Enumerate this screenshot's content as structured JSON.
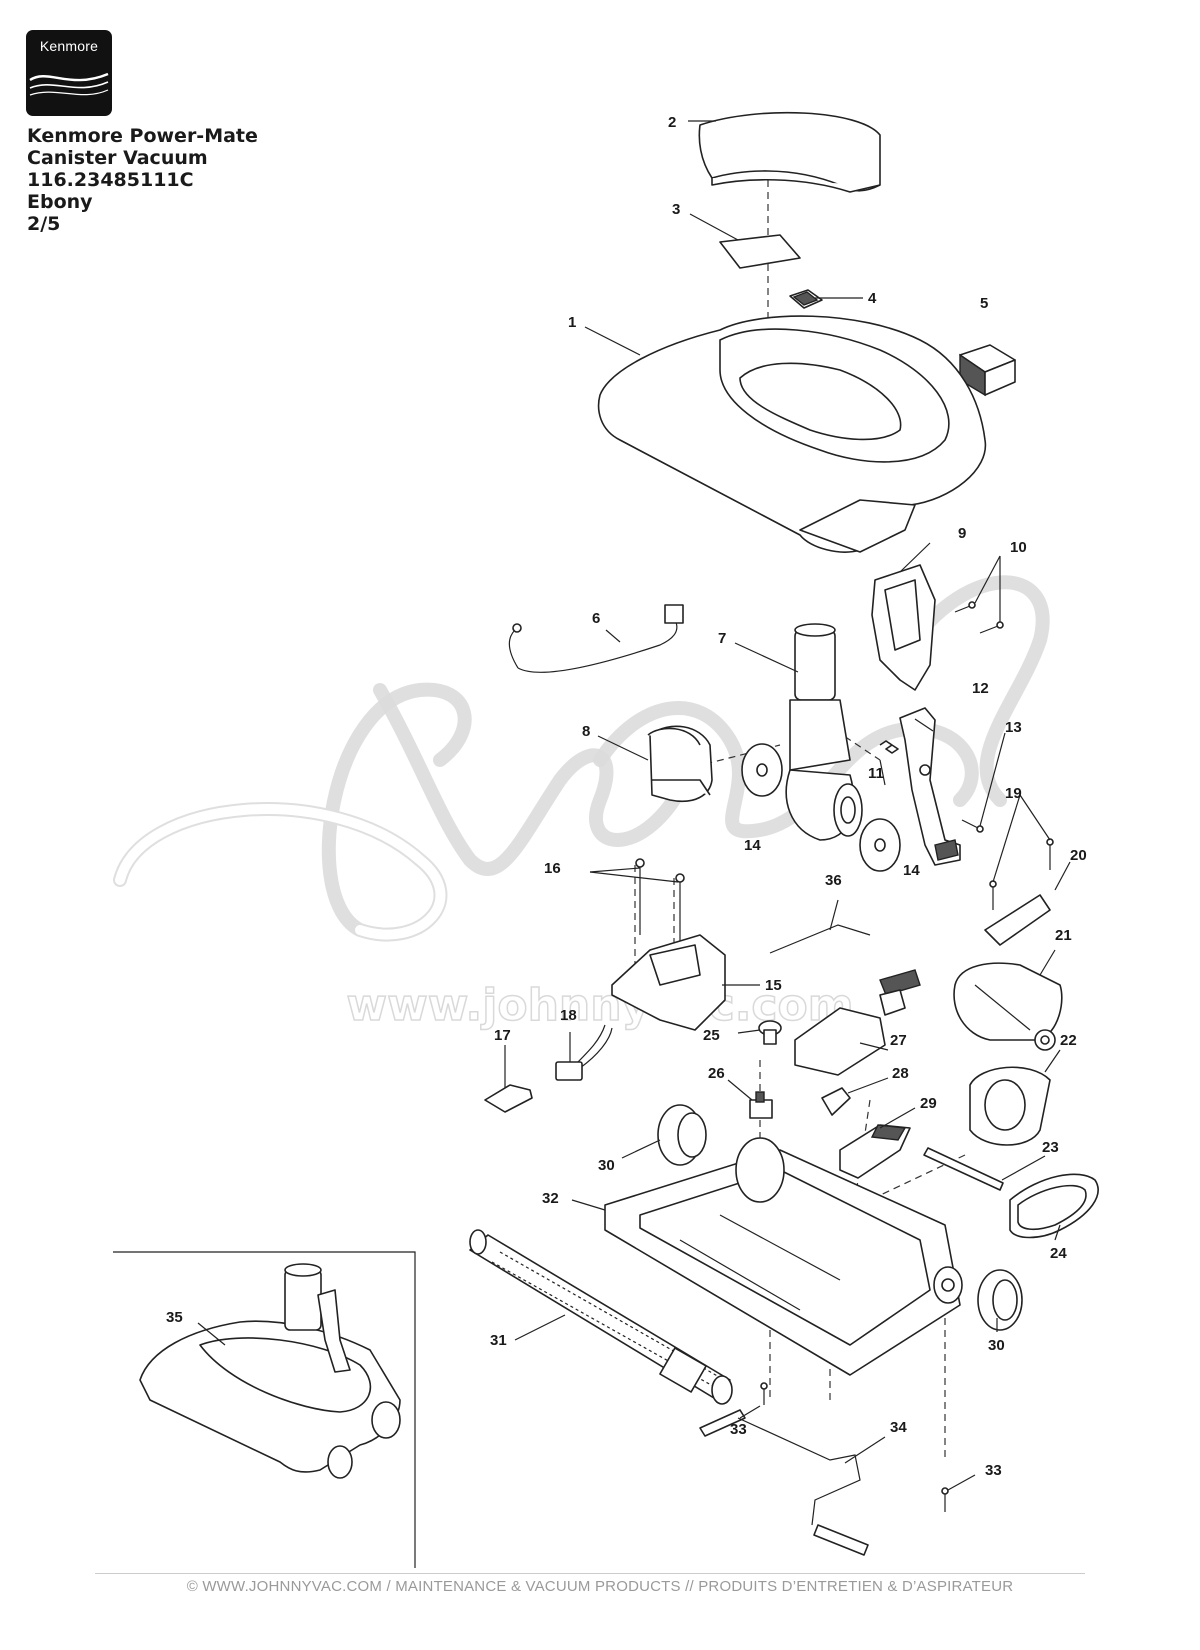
{
  "brand": {
    "logo_text": "Kenmore"
  },
  "title": {
    "line1": "Kenmore Power-Mate",
    "line2": "Canister Vacuum",
    "line3": "116.23485111C",
    "line4": "Ebony",
    "line5": "2/5"
  },
  "callouts": {
    "c1": "1",
    "c2": "2",
    "c3": "3",
    "c4": "4",
    "c5": "5",
    "c6": "6",
    "c7": "7",
    "c8": "8",
    "c9": "9",
    "c10": "10",
    "c11": "11",
    "c12": "12",
    "c13": "13",
    "c14a": "14",
    "c14b": "14",
    "c15": "15",
    "c16": "16",
    "c17": "17",
    "c18": "18",
    "c19": "19",
    "c20": "20",
    "c21": "21",
    "c22": "22",
    "c23": "23",
    "c24": "24",
    "c25": "25",
    "c26": "26",
    "c27": "27",
    "c28": "28",
    "c29": "29",
    "c30a": "30",
    "c30b": "30",
    "c31": "31",
    "c32": "32",
    "c33a": "33",
    "c33b": "33",
    "c34": "34",
    "c35": "35",
    "c36": "36"
  },
  "watermark": {
    "url": "www.johnnyvac.com"
  },
  "footer": {
    "text": "© WWW.JOHNNYVAC.COM / MAINTENANCE & VACUUM PRODUCTS  //  PRODUITS D’ENTRETIEN & D’ASPIRATEUR"
  }
}
